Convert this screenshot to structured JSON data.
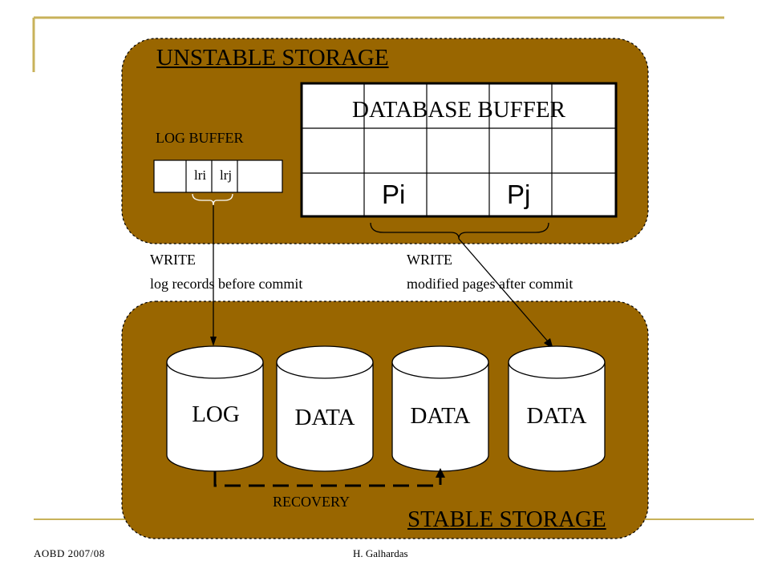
{
  "unstable_storage": {
    "title": "UNSTABLE STORAGE"
  },
  "log_buffer": {
    "label": "LOG BUFFER",
    "records": [
      "lri",
      "lrj"
    ]
  },
  "database_buffer": {
    "title": "DATABASE BUFFER",
    "pages": [
      "Pi",
      "Pj"
    ]
  },
  "write_log": {
    "line1": "WRITE",
    "line2": "log records before commit"
  },
  "write_pages": {
    "line1": "WRITE",
    "line2": "modified pages after commit"
  },
  "stable_storage": {
    "title": "STABLE STORAGE",
    "devices": [
      "LOG",
      "DATA",
      "DATA",
      "DATA"
    ]
  },
  "recovery": {
    "label": "RECOVERY"
  },
  "footer": {
    "left": "AOBD 2007/08",
    "center": "H. Galhardas"
  },
  "colors": {
    "storage_fill": "#996600",
    "accent_rule": "#c8b25a",
    "ink": "#000000",
    "paper": "#ffffff"
  }
}
